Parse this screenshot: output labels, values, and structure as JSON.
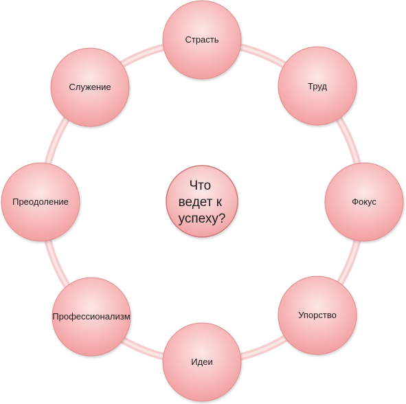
{
  "diagram": {
    "center": {
      "lines": [
        "Что",
        "ведет к",
        "успеху?"
      ]
    },
    "nodes": [
      {
        "id": "strast",
        "label": "Страсть"
      },
      {
        "id": "trud",
        "label": "Труд"
      },
      {
        "id": "fokus",
        "label": "Фокус"
      },
      {
        "id": "uporstvo",
        "label": "Упорство"
      },
      {
        "id": "idei",
        "label": "Идеи"
      },
      {
        "id": "professionalizm",
        "label": "Профессионализм"
      },
      {
        "id": "preodolenie",
        "label": "Преодоление"
      },
      {
        "id": "sluzhenie",
        "label": "Служение"
      }
    ],
    "colors": {
      "ring": "#f6cfd0",
      "ring_inner": "#fbe4e4",
      "node_fill_light": "#fde3e3",
      "node_fill_dark": "#f19c9d",
      "node_stroke": "#e08a8b",
      "center_stroke": "#d27374"
    }
  }
}
